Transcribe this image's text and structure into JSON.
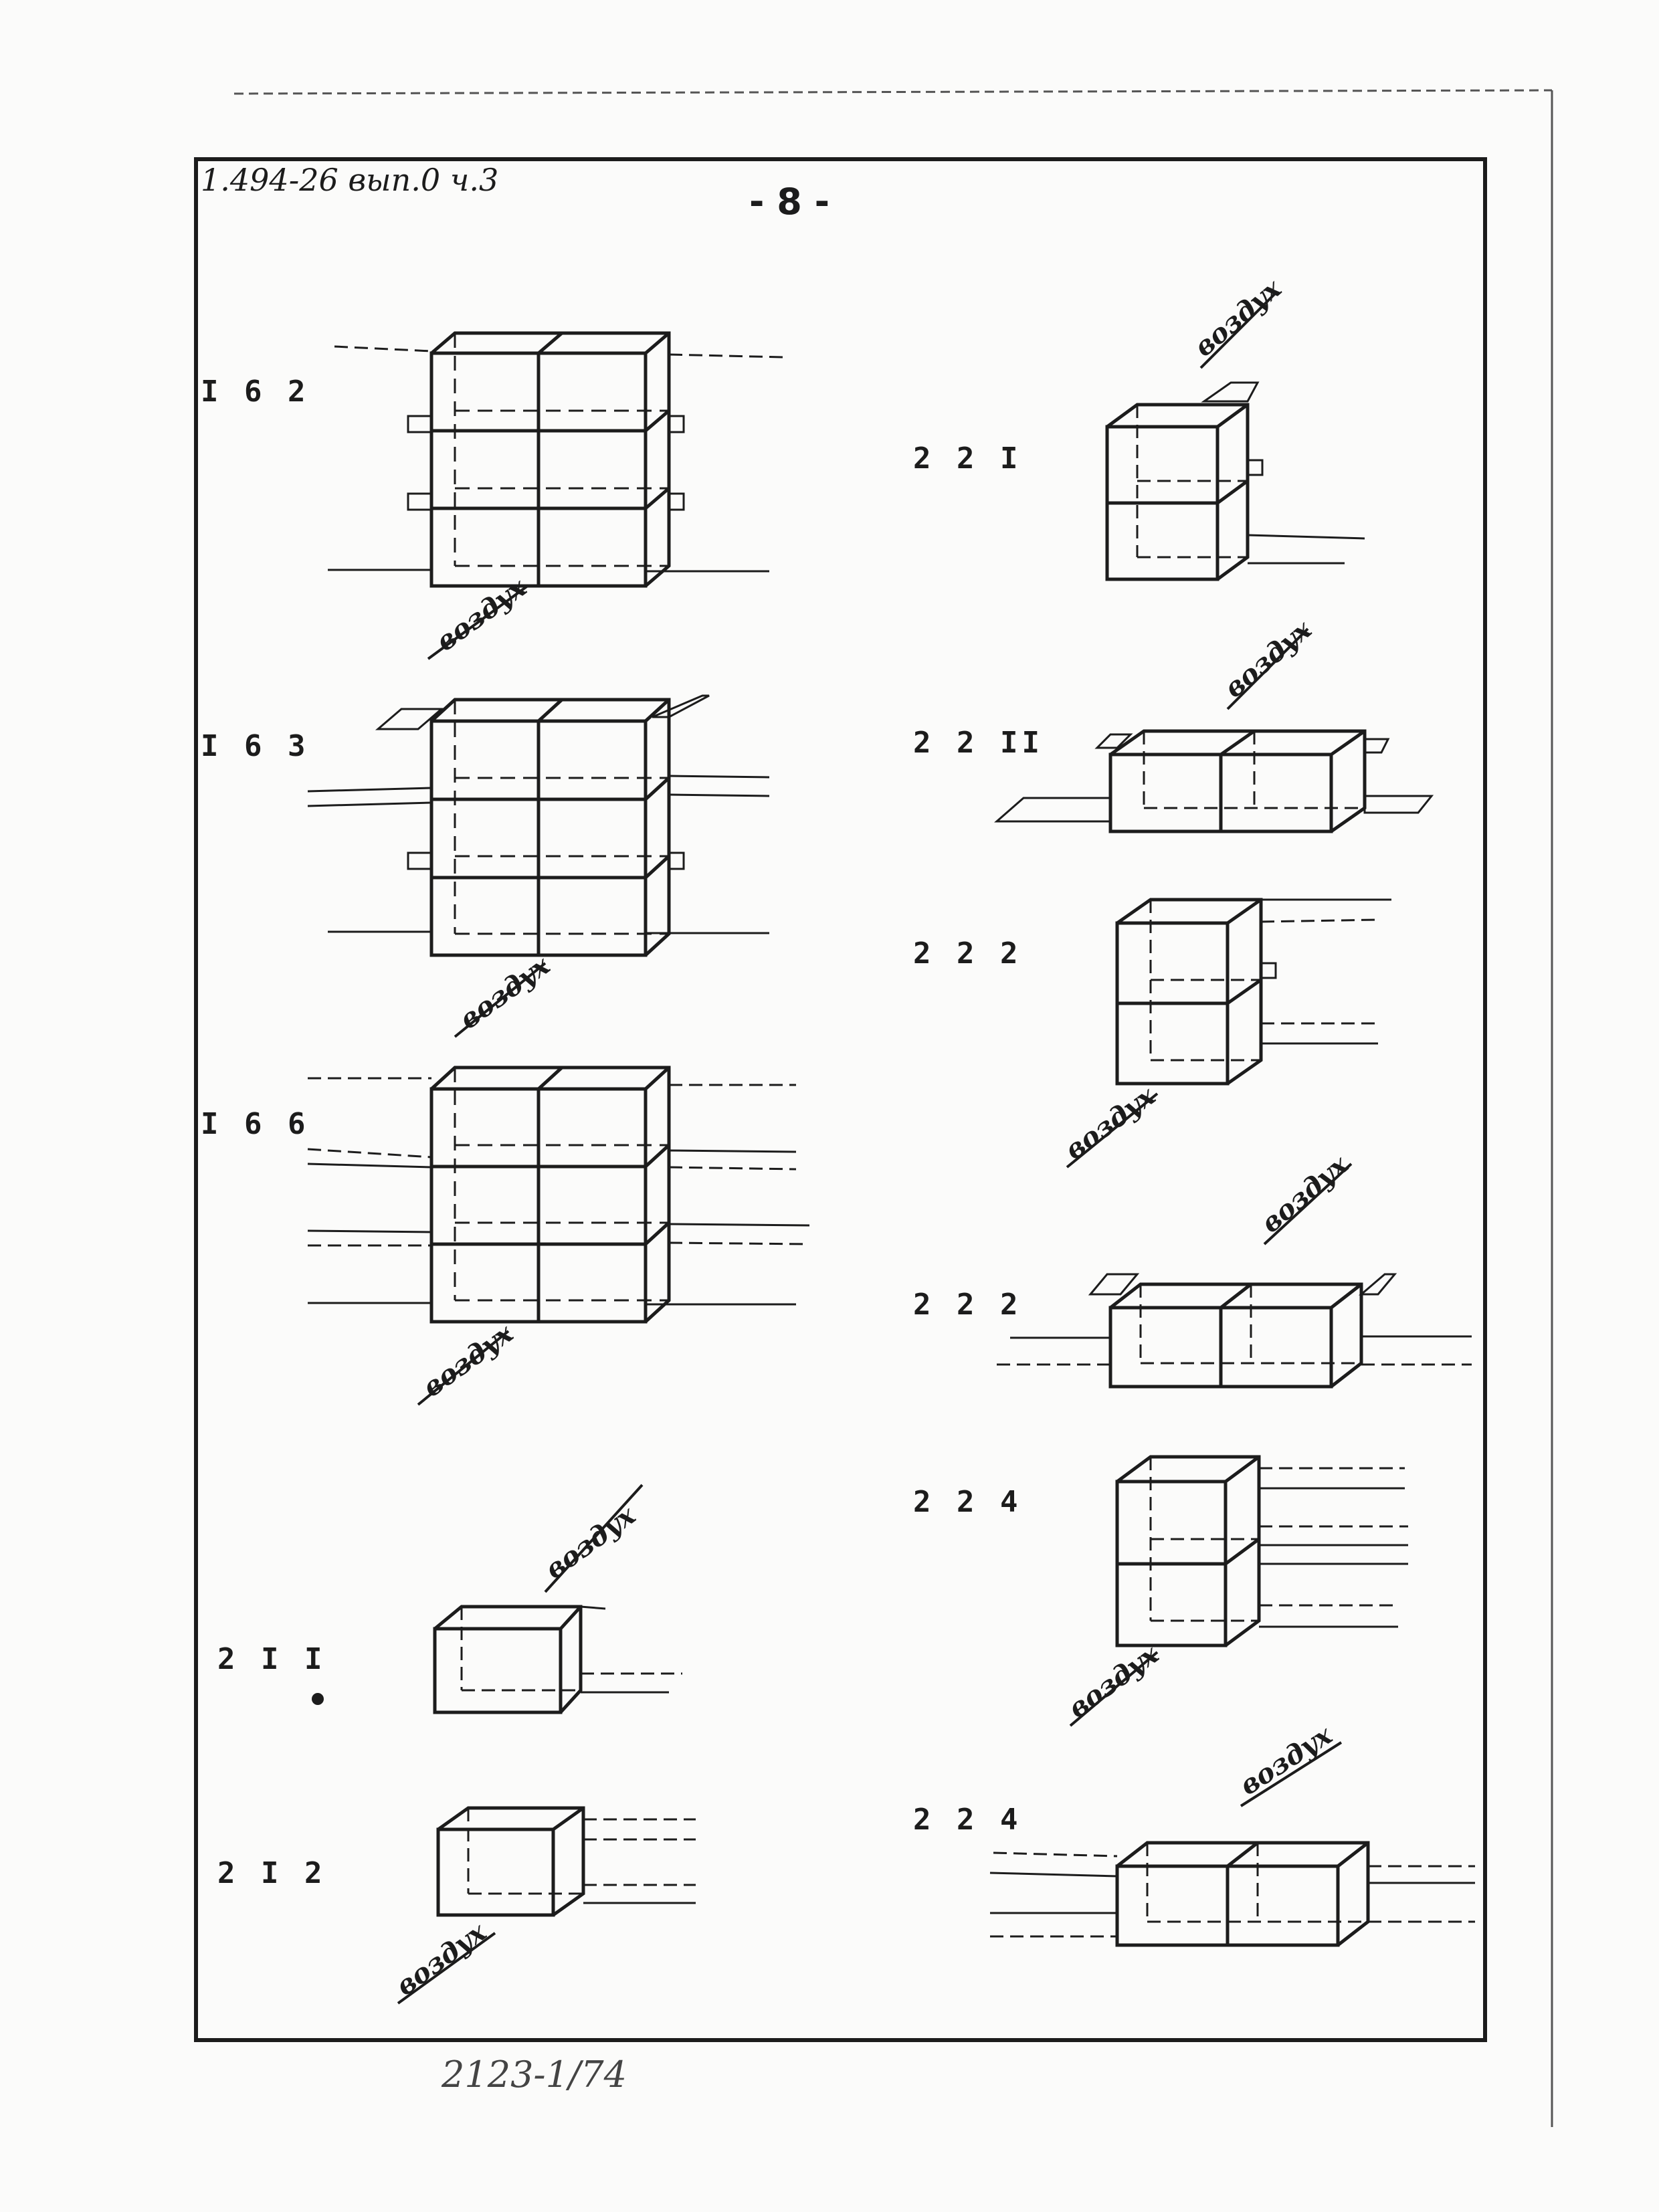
{
  "header": {
    "doc_ref": "1.494-26 вып.0 ч.3",
    "page_number": "- 8 -"
  },
  "footer": {
    "stamp": "2123-1/74"
  },
  "diagrams": [
    {
      "id": "162",
      "label": "I 6 2",
      "air_label": "воздух"
    },
    {
      "id": "163",
      "label": "I 6 3",
      "air_label": "воздух"
    },
    {
      "id": "166",
      "label": "I 6 6",
      "air_label": "воздух"
    },
    {
      "id": "211",
      "label": "2 I I",
      "air_label": "воздух"
    },
    {
      "id": "212",
      "label": "2 I 2",
      "air_label": "воздух"
    },
    {
      "id": "221",
      "label": "2 2 I",
      "air_label": "воздух"
    },
    {
      "id": "22II",
      "label": "2 2 II",
      "air_label": "воздух"
    },
    {
      "id": "222a",
      "label": "2 2 2",
      "air_label": "воздух"
    },
    {
      "id": "222b",
      "label": "2 2 2",
      "air_label": "воздух"
    },
    {
      "id": "224a",
      "label": "2 2 4",
      "air_label": "воздух"
    },
    {
      "id": "224b",
      "label": "2 2 4",
      "air_label": "воздух"
    }
  ]
}
